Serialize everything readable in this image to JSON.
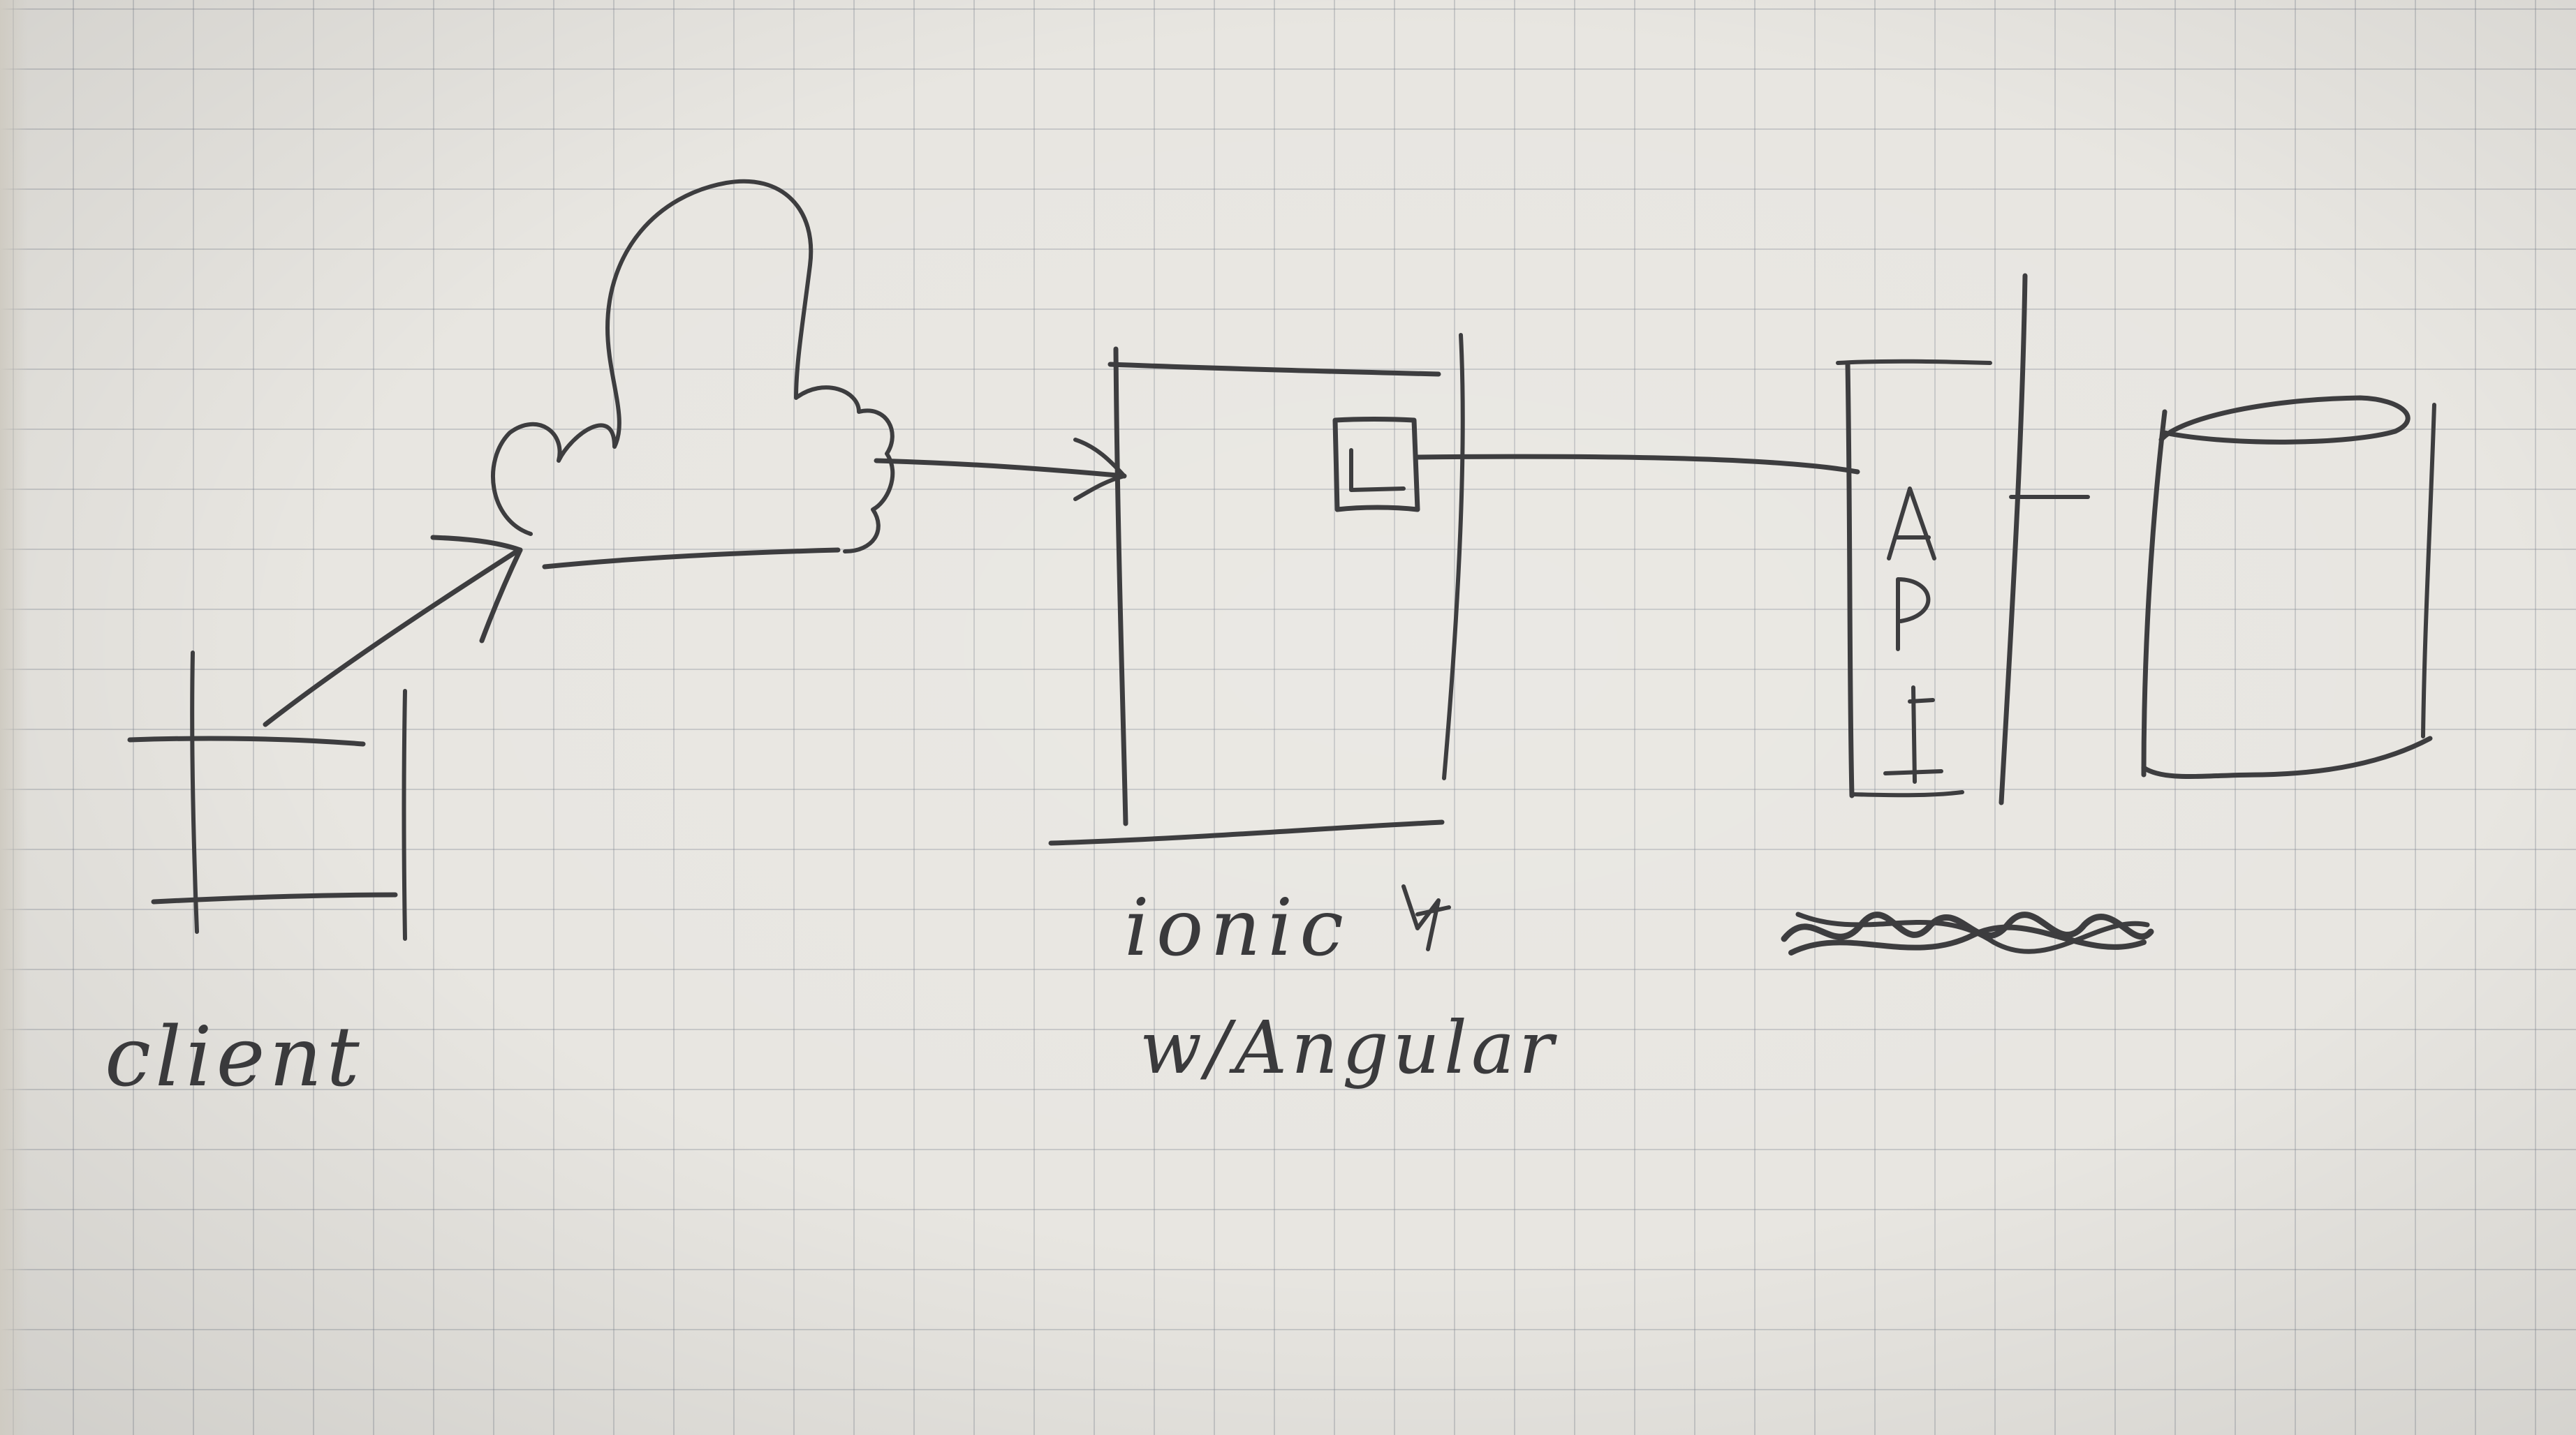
{
  "diagram": {
    "labels": {
      "client": "client",
      "ionic": "ionic",
      "angular": "w/Angular",
      "api": [
        "A",
        "P",
        "I"
      ]
    }
  }
}
